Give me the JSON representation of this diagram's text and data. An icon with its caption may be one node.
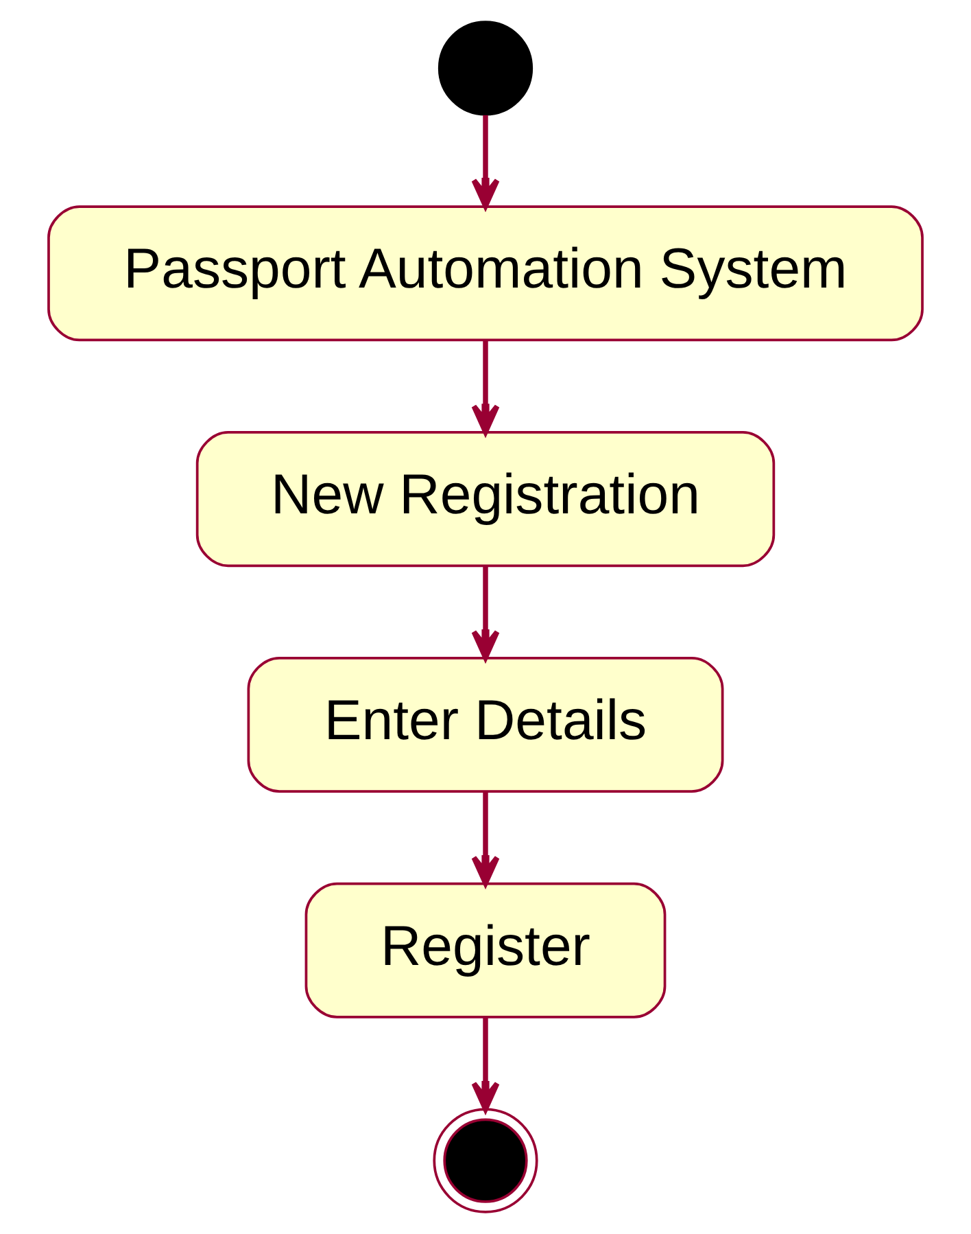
{
  "diagram": {
    "nodes": [
      {
        "text": [],
        "shape": "circle"
      },
      {
        "text": [
          "Passport Automation System"
        ]
      },
      {
        "text": [
          "New Registration"
        ]
      },
      {
        "text": [
          "Enter Details"
        ]
      },
      {
        "text": [
          "Register"
        ]
      },
      {
        "text": [],
        "shape": "bullseye"
      }
    ],
    "edges": [
      {
        "from": 0,
        "to": 1,
        "arrow": "to"
      },
      {
        "from": 1,
        "to": 2,
        "arrow": "to"
      },
      {
        "from": 2,
        "to": 3,
        "arrow": "to"
      },
      {
        "from": 3,
        "to": 4,
        "arrow": "to"
      },
      {
        "from": 4,
        "to": 5,
        "arrow": "to"
      }
    ]
  }
}
